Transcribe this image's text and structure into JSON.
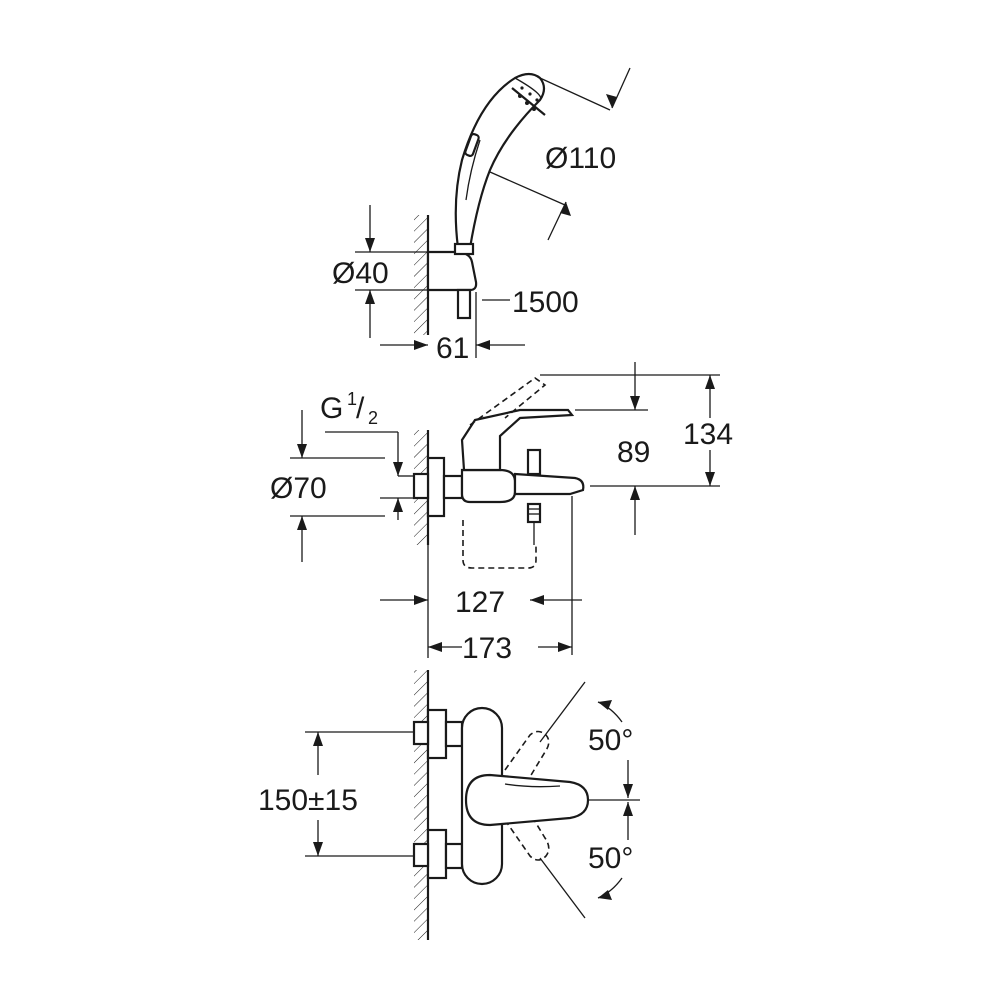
{
  "dimensions": {
    "showerhead_diameter": "Ø110",
    "holder_diameter": "Ø40",
    "hose_length": "1500",
    "holder_projection": "61",
    "thread_prefix": "G",
    "thread_numerator": "1",
    "thread_slash": "/",
    "thread_denominator": "2",
    "rosette_diameter": "Ø70",
    "spout_height": "89",
    "total_height": "134",
    "spout_projection": "127",
    "total_projection": "173",
    "handle_angle_up": "50°",
    "handle_angle_down": "50°",
    "centre_distance": "150±15"
  },
  "colors": {
    "line": "#1a1a1a",
    "background": "#ffffff"
  }
}
